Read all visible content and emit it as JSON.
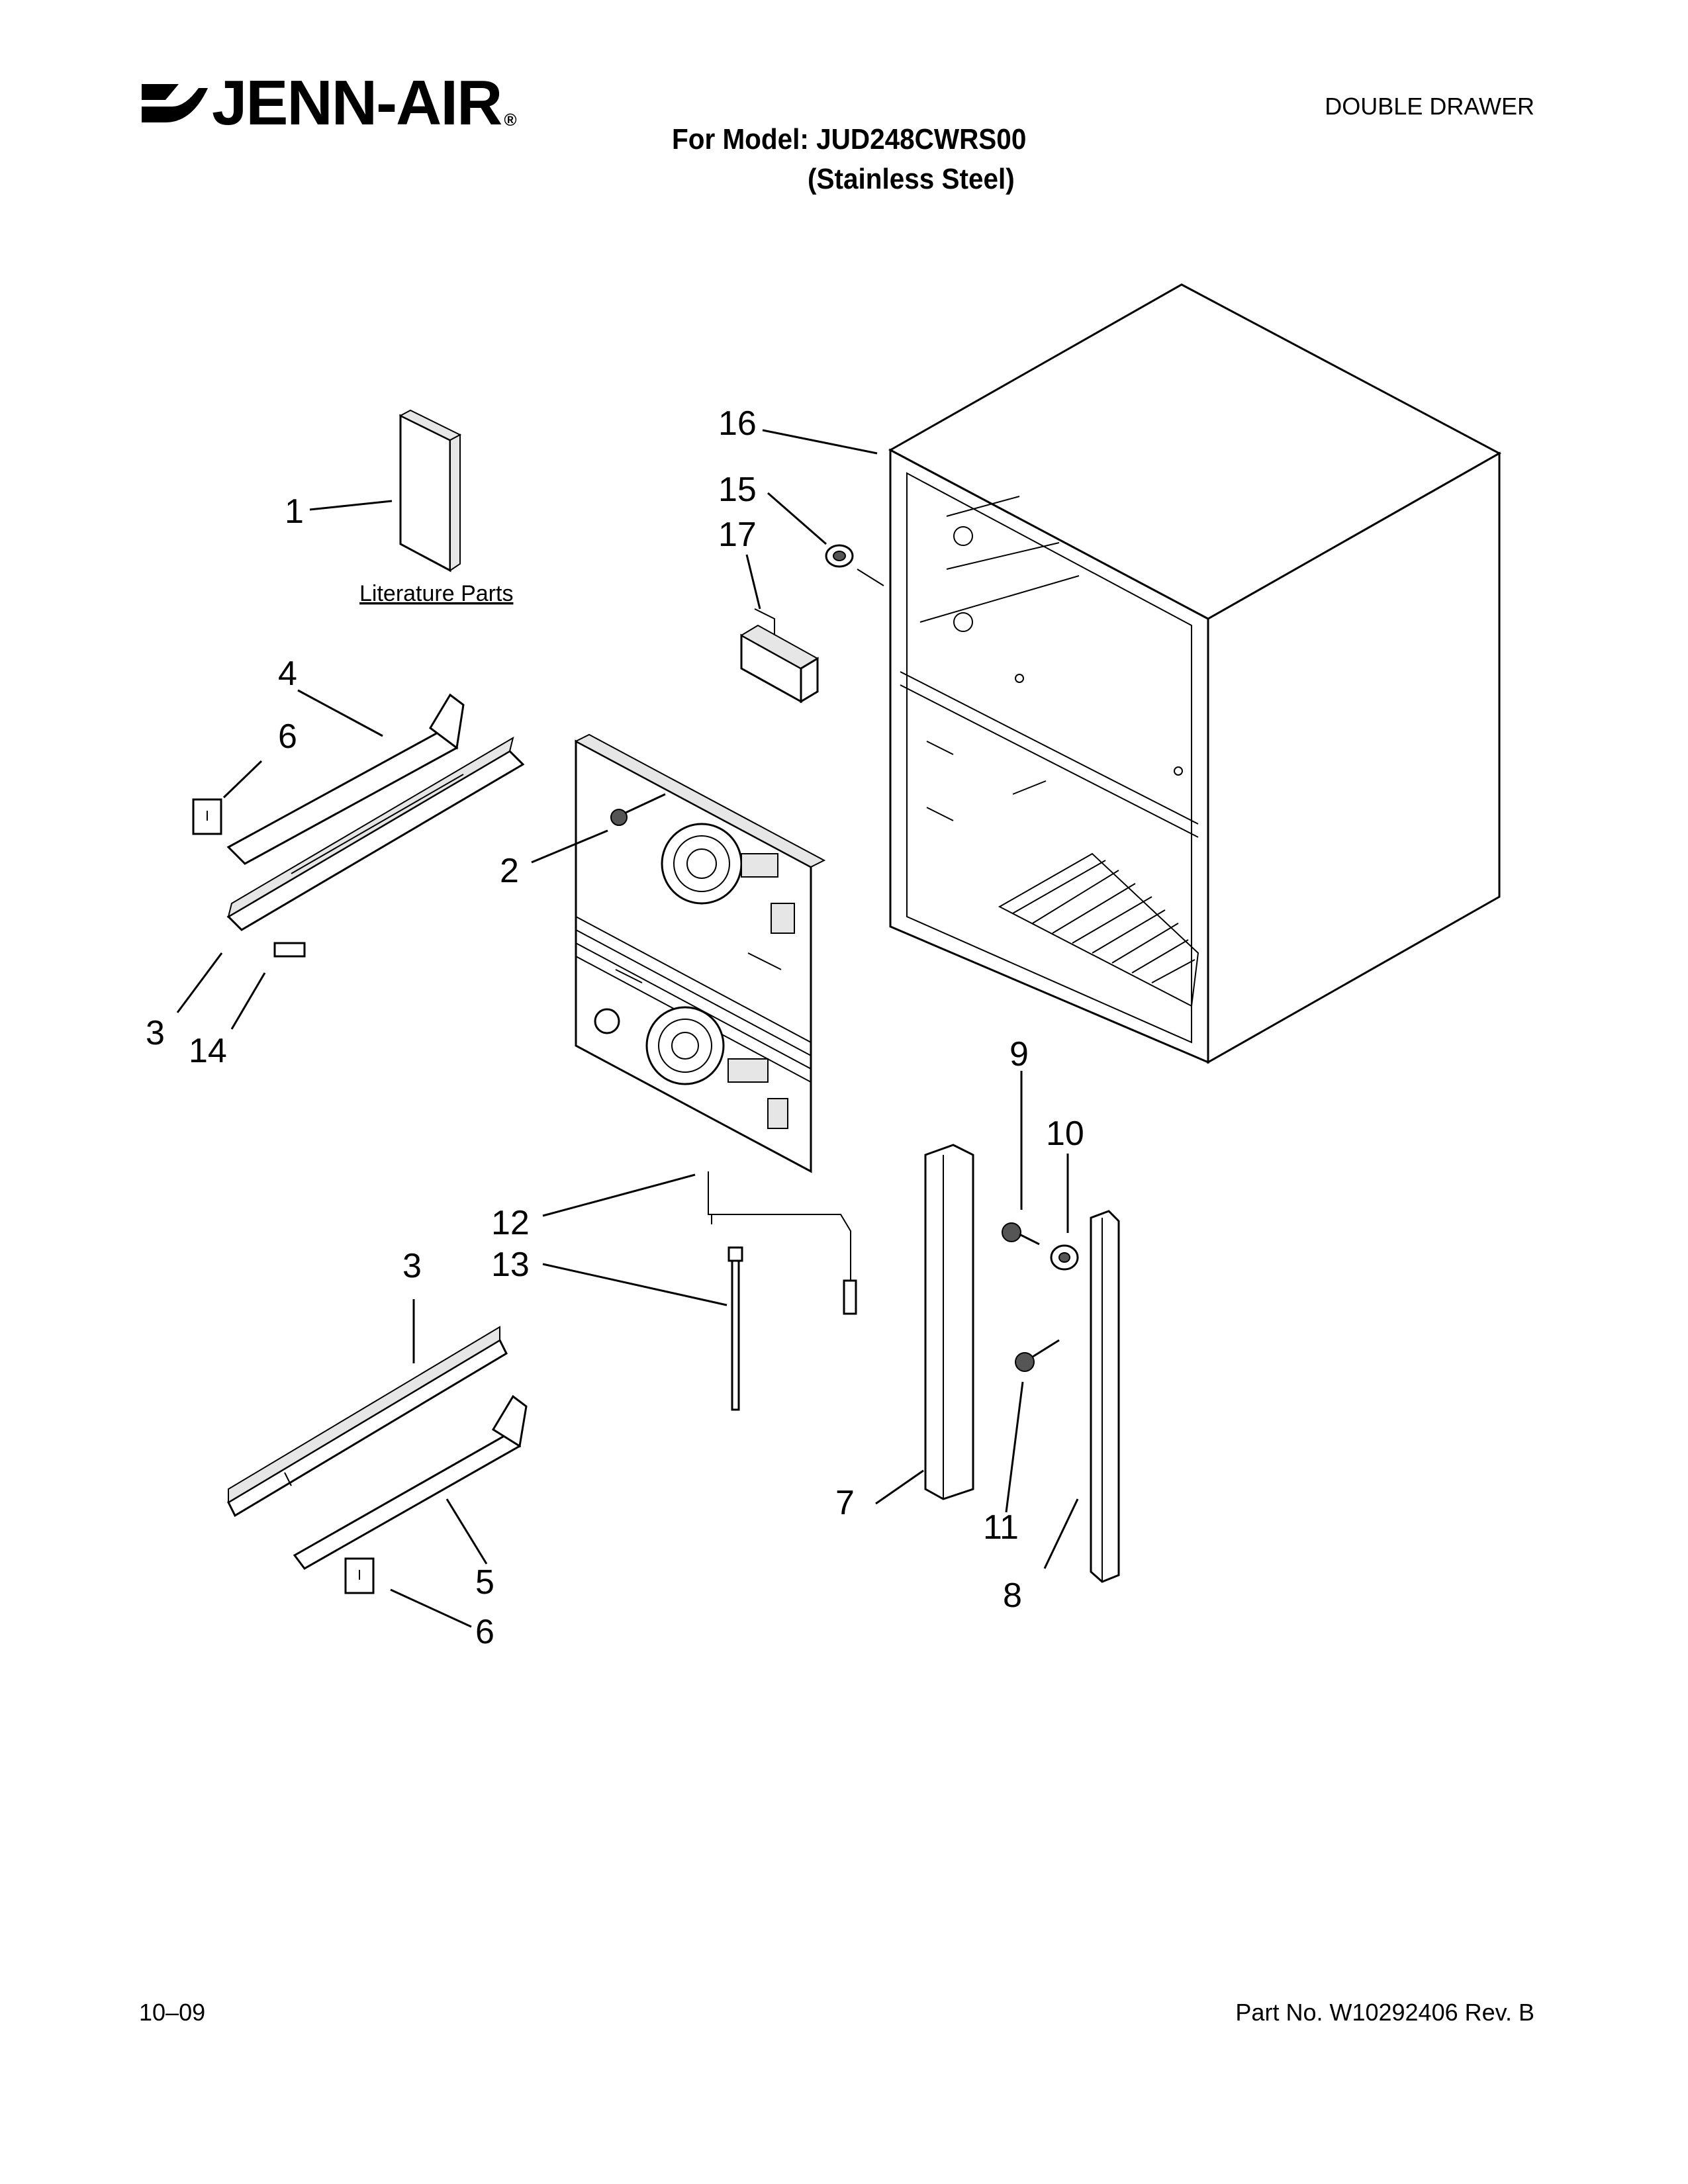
{
  "header": {
    "brand": "JENN-AIR",
    "brand_mark": "®",
    "section": "DOUBLE DRAWER",
    "model_line": "For Model: JUD248CWRS00",
    "finish_line": "(Stainless Steel)"
  },
  "footer": {
    "date_code": "10–09",
    "part_number": "Part No. W10292406 Rev. B"
  },
  "diagram": {
    "literature_label": "Literature Parts",
    "callouts": {
      "c1": "1",
      "c2": "2",
      "c3a": "3",
      "c3b": "3",
      "c4": "4",
      "c5": "5",
      "c6a": "6",
      "c6b": "6",
      "c7": "7",
      "c8": "8",
      "c9": "9",
      "c10": "10",
      "c11": "11",
      "c12": "12",
      "c13": "13",
      "c14": "14",
      "c15": "15",
      "c16": "16",
      "c17": "17"
    }
  }
}
